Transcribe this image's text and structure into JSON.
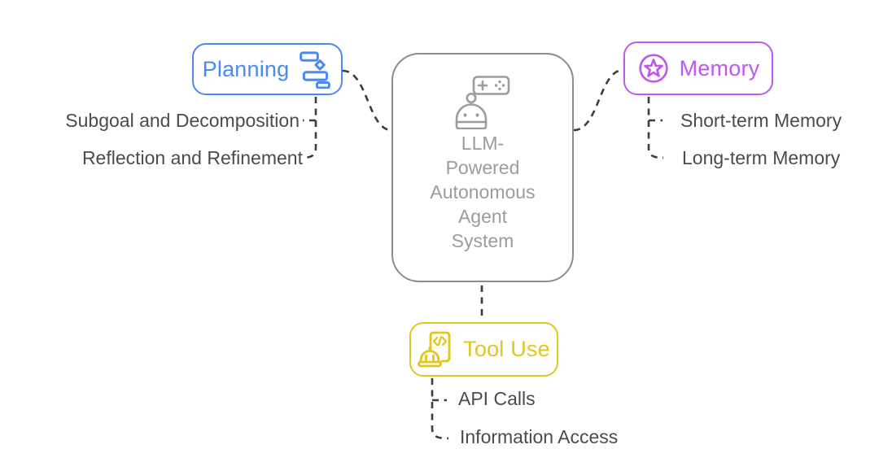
{
  "diagram": {
    "title": "LLM-Powered Autonomous Agent System mind map",
    "background": "#ffffff",
    "connector_color": "#3d3d3d",
    "leaf_text_color": "#4b4b4b",
    "center": {
      "title": "LLM-Powered Autonomous Agent System",
      "title_lines": [
        "LLM-",
        "Powered",
        "Autonomous",
        "Agent",
        "System"
      ],
      "icon": "robot-and-controller-icon",
      "border_color": "#8c8c8c",
      "text_color": "#9c9c9c"
    },
    "branches": [
      {
        "id": "planning",
        "label": "Planning",
        "color": "#4a89f4",
        "icon": "gantt-plan-icon",
        "children": [
          "Subgoal and Decomposition",
          "Reflection and Refinement"
        ]
      },
      {
        "id": "memory",
        "label": "Memory",
        "color": "#bf58ec",
        "icon": "star-circle-icon",
        "children": [
          "Short-term Memory",
          "Long-term Memory"
        ]
      },
      {
        "id": "tool_use",
        "label": "Tool Use",
        "color": "#e0c71d",
        "icon": "hardhat-code-document-icon",
        "children": [
          "API Calls",
          "Information Access"
        ]
      }
    ]
  }
}
